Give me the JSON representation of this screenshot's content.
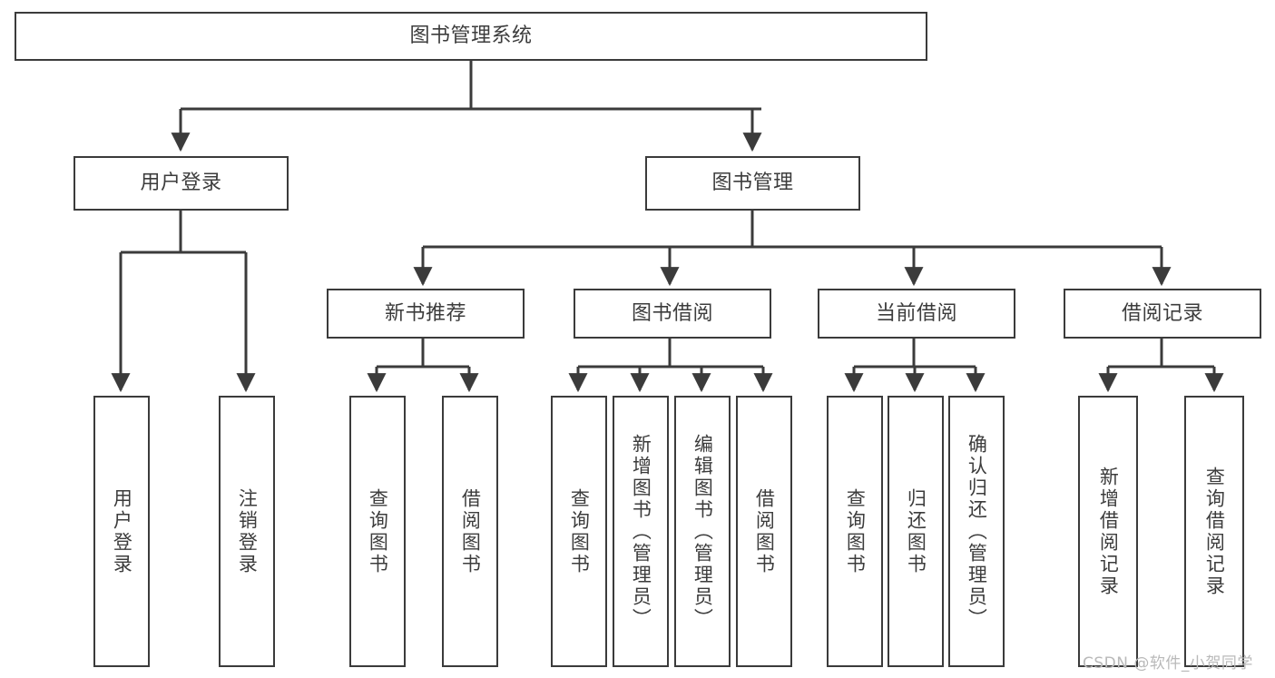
{
  "diagram": {
    "title": "图书管理系统",
    "type": "hierarchy-tree",
    "root": {
      "label": "图书管理系统"
    },
    "level2": [
      {
        "label": "用户登录"
      },
      {
        "label": "图书管理"
      }
    ],
    "level3": [
      {
        "label": "新书推荐"
      },
      {
        "label": "图书借阅"
      },
      {
        "label": "当前借阅"
      },
      {
        "label": "借阅记录"
      }
    ],
    "leaves": {
      "user_login": [
        {
          "label": "用户登录"
        },
        {
          "label": "注销登录"
        }
      ],
      "new_book_recommend": [
        {
          "label": "查询图书"
        },
        {
          "label": "借阅图书"
        }
      ],
      "book_borrow": [
        {
          "label": "查询图书"
        },
        {
          "label": "新增图书（管理员）"
        },
        {
          "label": "编辑图书（管理员）"
        },
        {
          "label": "借阅图书"
        }
      ],
      "current_borrow": [
        {
          "label": "查询图书"
        },
        {
          "label": "归还图书"
        },
        {
          "label": "确认归还（管理员）"
        }
      ],
      "borrow_record": [
        {
          "label": "新增借阅记录"
        },
        {
          "label": "查询借阅记录"
        }
      ]
    }
  },
  "watermark": {
    "text": "CSDN @软件_小贺同学"
  },
  "colors": {
    "stroke": "#3b3b3b",
    "text": "#3c3c3c",
    "background": "#ffffff",
    "watermark": "#b9b9b9"
  }
}
